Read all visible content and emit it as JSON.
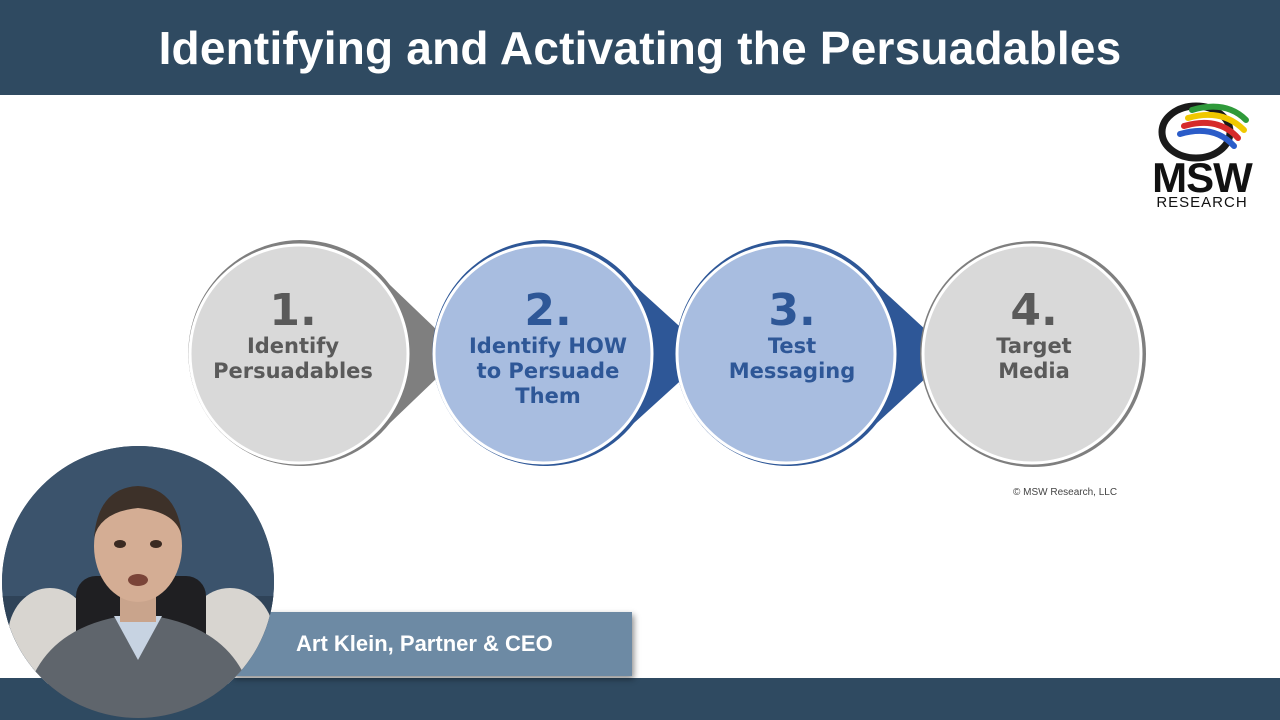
{
  "slide": {
    "title": "Identifying and Activating the Persuadables",
    "copyright": "© MSW Research, LLC"
  },
  "logo": {
    "name": "MSW",
    "subtitle": "RESEARCH",
    "ring_colors": [
      "#1a1a1a",
      "#2b5cc8",
      "#d62a2a",
      "#f0c800",
      "#2f9a3a"
    ]
  },
  "steps": [
    {
      "number": "1.",
      "label": "Identify\nPersuadables",
      "style": "gray"
    },
    {
      "number": "2.",
      "label": "Identify HOW\nto Persuade\nThem",
      "style": "blue"
    },
    {
      "number": "3.",
      "label": "Test\nMessaging",
      "style": "blue"
    },
    {
      "number": "4.",
      "label": "Target\nMedia",
      "style": "gray"
    }
  ],
  "colors": {
    "header_bg": "#2f4a61",
    "gray_fill": "#d9d9d9",
    "gray_ring": "#7f7f7f",
    "blue_fill": "#a8bde0",
    "blue_ring": "#2e5797"
  },
  "presenter": {
    "name_title": "Art Klein, Partner & CEO"
  }
}
